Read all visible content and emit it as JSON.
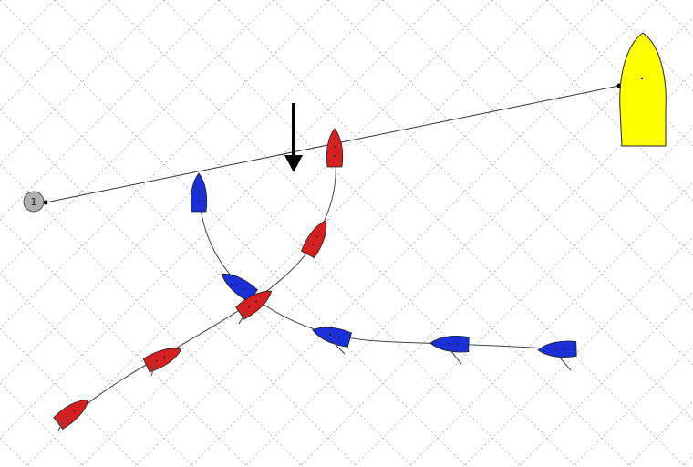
{
  "colors": {
    "background": "#ffffff",
    "grid": "#b8b8b8",
    "line": "#333333",
    "red_boat": "#d42020",
    "blue_boat": "#1a2fd6",
    "committee_boat": "#ffff00",
    "mark": "#b0b0b0",
    "wind_arrow": "#000000"
  },
  "mark": {
    "label": "1",
    "icon": "start-mark-buoy"
  },
  "wind": {
    "icon": "wind-direction-arrow",
    "direction": "down"
  },
  "committee_boat": {
    "icon": "committee-boat"
  },
  "boats": {
    "red": {
      "icon": "red-sailboat",
      "positions": 5
    },
    "blue": {
      "icon": "blue-sailboat",
      "positions": 5
    }
  }
}
